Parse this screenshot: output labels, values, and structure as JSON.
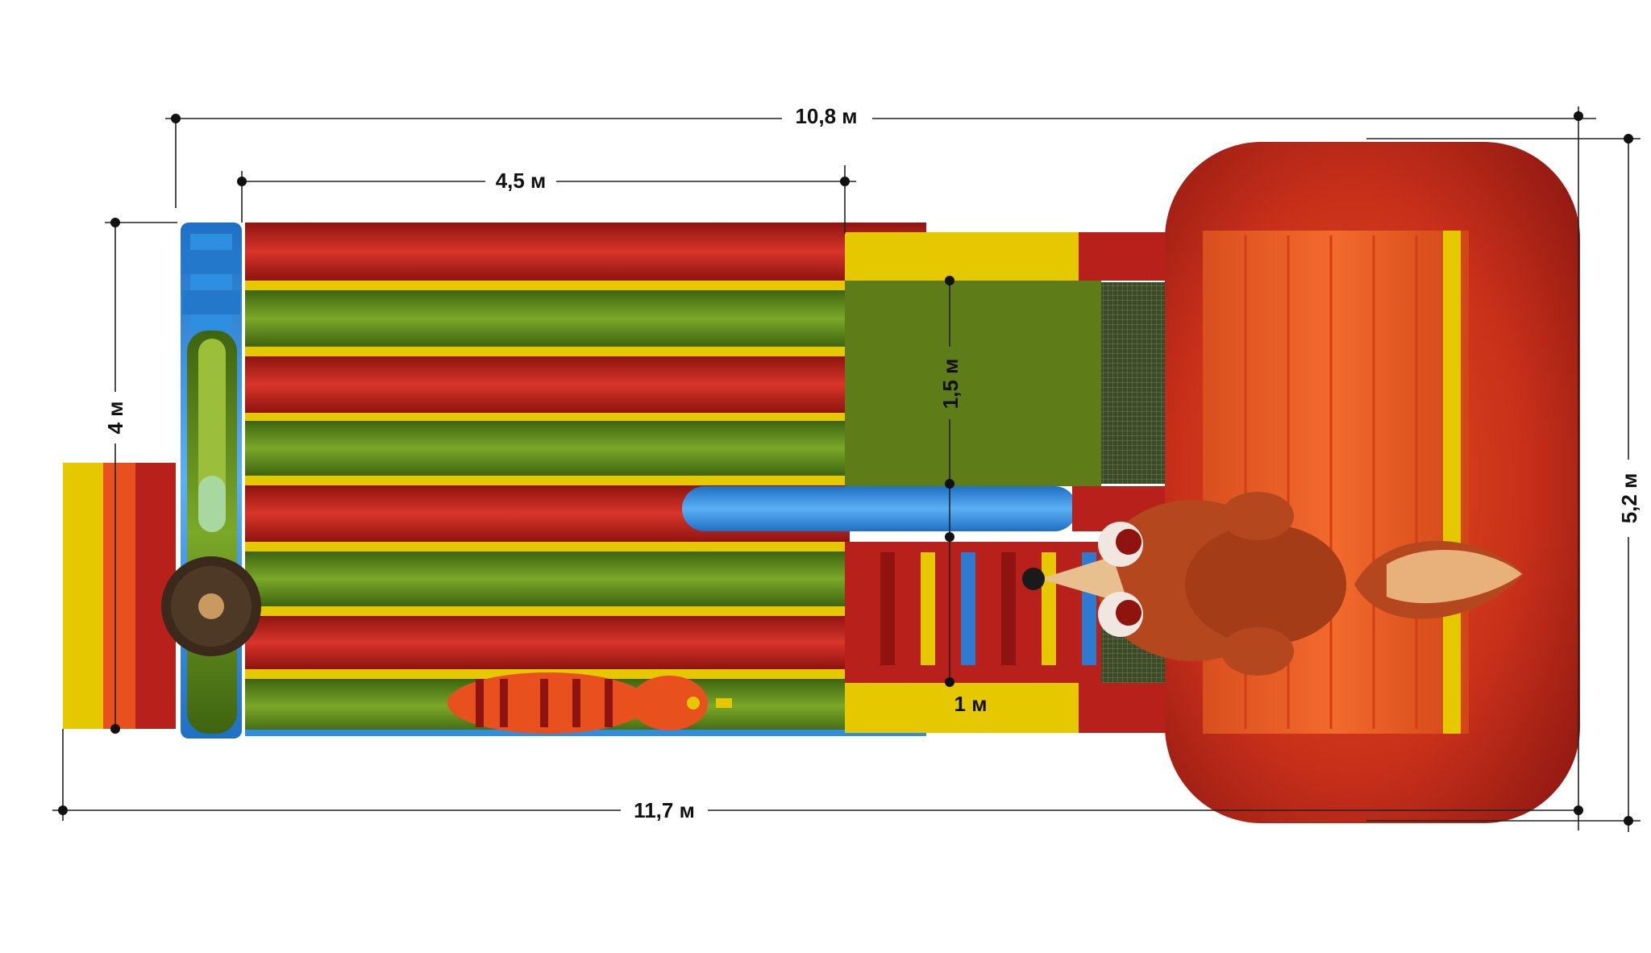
{
  "dimensions": {
    "overall_length_top": "10,8 м",
    "slide_length": "4,5 м",
    "left_width": "4 м",
    "mid_width": "1,5 м",
    "step_width": "1 м",
    "overall_length_bottom": "11,7 м",
    "overall_height": "5,2 м"
  },
  "colors": {
    "red": "#b8201c",
    "orange": "#e8501e",
    "yellow": "#e6c800",
    "green": "#5e8a1a",
    "blue": "#2e8fe0",
    "fox": "#b5471e"
  }
}
